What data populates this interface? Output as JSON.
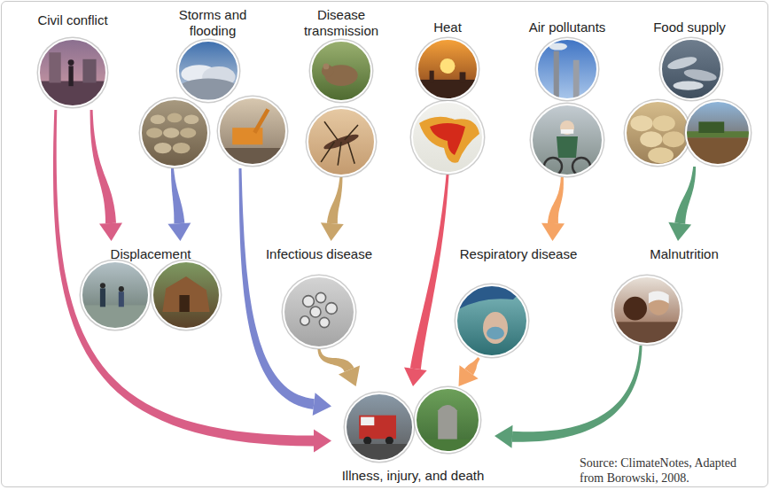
{
  "diagram": {
    "nodes": [
      {
        "text": [
          "Civil conflict"
        ]
      },
      {
        "text": [
          "Storms and flooding"
        ]
      },
      {
        "text": [
          "Disease transmission"
        ]
      },
      {
        "text": [
          "Heat"
        ]
      },
      {
        "text": [
          "Air pollutants"
        ]
      },
      {
        "text": [
          "Food supply"
        ]
      },
      {
        "text": [
          "Displacement"
        ]
      },
      {
        "text": [
          "Infectious disease"
        ]
      },
      {
        "text": [
          "Respiratory disease"
        ]
      },
      {
        "text": [
          "Malnutrition"
        ]
      },
      {
        "text": [
          "Illness, injury, and death"
        ]
      }
    ],
    "edges": [
      {
        "from": 0,
        "to": 6,
        "arrow": "to"
      },
      {
        "from": 0,
        "to": 10,
        "arrow": "to"
      },
      {
        "from": 1,
        "to": 6,
        "arrow": "to"
      },
      {
        "from": 1,
        "to": 10,
        "arrow": "to"
      },
      {
        "from": 2,
        "to": 7,
        "arrow": "to"
      },
      {
        "from": 7,
        "to": 10,
        "arrow": "to"
      },
      {
        "from": 3,
        "to": 10,
        "arrow": "to"
      },
      {
        "from": 4,
        "to": 8,
        "arrow": "to"
      },
      {
        "from": 8,
        "to": 10,
        "arrow": "to"
      },
      {
        "from": 5,
        "to": 9,
        "arrow": "to"
      },
      {
        "from": 9,
        "to": 10,
        "arrow": "to"
      }
    ],
    "labels": [
      "Source: ClimateNotes, Adapted from Borowski, 2008."
    ]
  }
}
